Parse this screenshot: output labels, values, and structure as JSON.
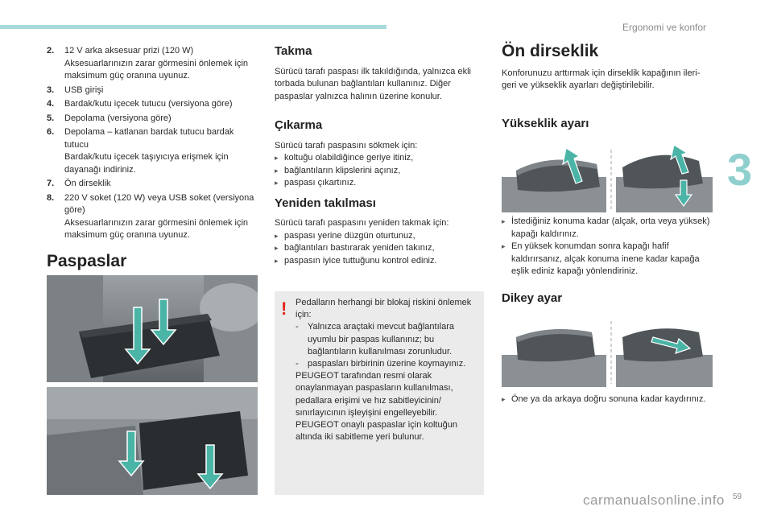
{
  "header": {
    "section": "Ergonomi ve konfor",
    "chapter": "3",
    "page": "59"
  },
  "footer": {
    "watermark": "carmanualsonline.info"
  },
  "col1": {
    "items": [
      {
        "n": "2.",
        "lines": [
          "12 V arka aksesuar prizi (120 W)",
          "Aksesuarlarınızın zarar görmesini önlemek için maksimum güç oranına uyunuz."
        ]
      },
      {
        "n": "3.",
        "lines": [
          "USB girişi"
        ]
      },
      {
        "n": "4.",
        "lines": [
          "Bardak/kutu içecek tutucu (versiyona göre)"
        ]
      },
      {
        "n": "5.",
        "lines": [
          "Depolama (versiyona göre)"
        ]
      },
      {
        "n": "6.",
        "lines": [
          "Depolama – katlanan bardak tutucu bardak tutucu",
          "Bardak/kutu içecek taşıyıcıya erişmek için dayanağı indiriniz."
        ]
      },
      {
        "n": "7.",
        "lines": [
          "Ön dirseklik"
        ]
      },
      {
        "n": "8.",
        "lines": [
          "220 V soket (120 W) veya USB soket (versiyona göre)",
          "Aksesuarlarınızın zarar görmesini önlemek için maksimum güç oranına uyunuz."
        ]
      }
    ],
    "heading": "Paspaslar"
  },
  "col2": {
    "takma": {
      "title": "Takma",
      "text": "Sürücü tarafı paspası ilk takıldığında, yalnızca ekli torbada bulunan bağlantıları kullanınız. Diğer paspaslar yalnızca halının üzerine konulur."
    },
    "cikarma": {
      "title": "Çıkarma",
      "intro": "Sürücü tarafı paspasını sökmek için:",
      "bullets": [
        "koltuğu olabildiğince geriye itiniz,",
        "bağlantıların klipslerini açınız,",
        "paspası çıkartınız."
      ]
    },
    "yeniden": {
      "title": "Yeniden takılması",
      "intro": "Sürücü tarafı paspasını yeniden takmak için:",
      "bullets": [
        "paspası yerine düzgün oturtunuz,",
        "bağlantıları bastırarak yeniden takınız,",
        "paspasın iyice tuttuğunu kontrol ediniz."
      ]
    },
    "warning": {
      "icon": "!",
      "lead": "Pedalların herhangi bir blokaj riskini önlemek için:",
      "dashes": [
        "Yalnızca araçtaki mevcut bağlantılara uyumlu bir paspas kullanınız; bu bağlantıların kullanılması zorunludur.",
        "paspasları birbirinin üzerine koymayınız."
      ],
      "body": "PEUGEOT tarafından resmi olarak onaylanmayan paspasların kullanılması, pedallara erişimi ve hız sabitleyicinin/ sınırlayıcının işleyişini engelleyebilir. PEUGEOT onaylı paspaslar için koltuğun altında iki sabitleme yeri bulunur."
    }
  },
  "col3": {
    "title": "Ön dirseklik",
    "intro": "Konforunuzu arttırmak için dirseklik kapağının ileri-geri ve yükseklik ayarları değiştirilebilir.",
    "yukseklik": {
      "title": "Yükseklik ayarı",
      "bullets": [
        "İstediğiniz konuma kadar (alçak, orta veya yüksek) kapağı kaldırınız.",
        "En yüksek konumdan sonra kapağı hafif kaldırırsanız, alçak konuma inene kadar kapağa eşlik ediniz kapağı yönlendiriniz."
      ]
    },
    "dikey": {
      "title": "Dikey ayar",
      "bullets": [
        "Öne ya da arkaya doğru sonuna kadar kaydırınız."
      ]
    }
  },
  "colors": {
    "accent": "#a8dad9",
    "warning": "#e2231a",
    "arrow": "#4ab4a6",
    "box": "#ebebeb"
  }
}
